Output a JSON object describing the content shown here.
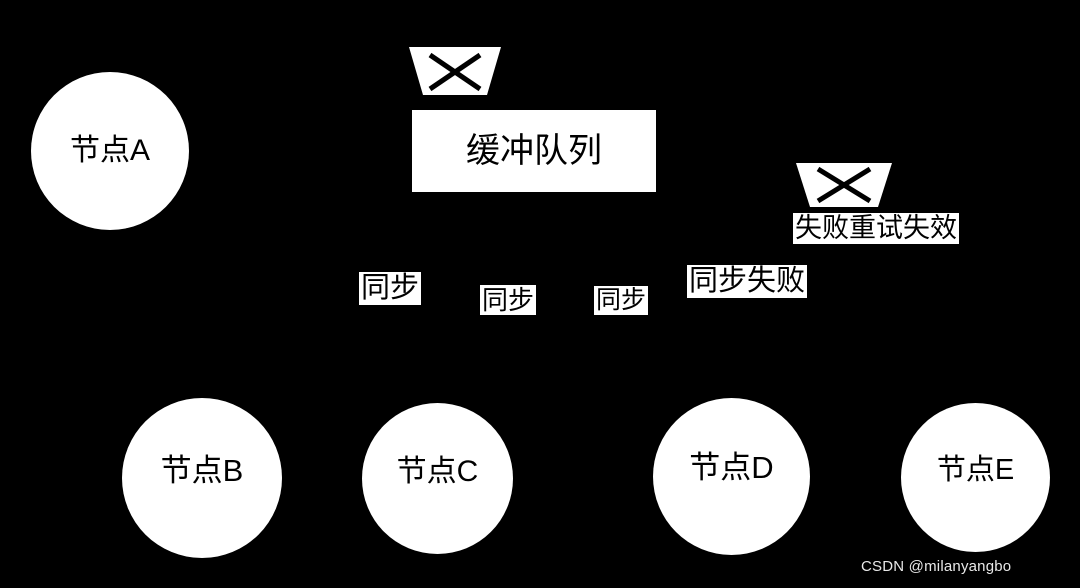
{
  "diagram": {
    "background_color": "#000000",
    "node_color": "#ffffff",
    "label_color": "#000000",
    "nodes": [
      {
        "id": "node-a",
        "label": "节点A"
      },
      {
        "id": "node-b",
        "label": "节点B"
      },
      {
        "id": "node-c",
        "label": "节点C"
      },
      {
        "id": "node-d",
        "label": "节点D"
      },
      {
        "id": "node-e",
        "label": "节点E"
      }
    ],
    "queue_box": {
      "label": "缓冲队列"
    },
    "failure_markers": [
      {
        "id": "queue-failure-marker",
        "glyph": "x-cross"
      },
      {
        "id": "retry-failure-marker",
        "glyph": "x-cross",
        "label": "失败重试失效"
      }
    ],
    "edge_labels": [
      {
        "id": "sync-1",
        "label": "同步"
      },
      {
        "id": "sync-2",
        "label": "同步"
      },
      {
        "id": "sync-3",
        "label": "同步"
      },
      {
        "id": "sync-failed",
        "label": "同步失败"
      }
    ],
    "watermark": "CSDN @milanyangbo"
  }
}
